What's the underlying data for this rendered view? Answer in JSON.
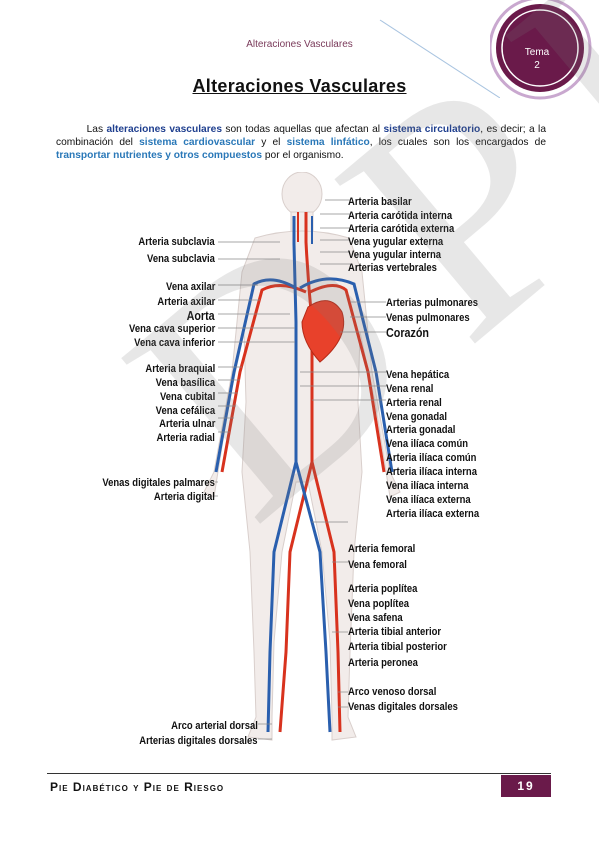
{
  "header": {
    "title": "Alteraciones Vasculares",
    "tema_label": "Tema",
    "tema_number": "2"
  },
  "title": "Alteraciones Vasculares",
  "intro": {
    "p1": "Las ",
    "h1": "alteraciones vasculares",
    "p2": " son todas aquellas que afectan al ",
    "h2": "sistema circulatorio",
    "p3": ", es decir; a la combinación del ",
    "h3": "sistema cardiovascular",
    "p4": " y el ",
    "h4": "sistema linfático",
    "p5": ", los cuales son los encargados de ",
    "h5": "transportar nutrientes y otros compuestos",
    "p6": " por el organismo."
  },
  "figure": {
    "left_labels": [
      "Arteria subclavia",
      "Vena subclavia",
      "Vena axilar",
      "Arteria axilar",
      "Aorta",
      "Vena cava superior",
      "Vena cava inferior",
      "Arteria braquial",
      "Vena basílica",
      "Vena cubital",
      "Vena cefálica",
      "Arteria ulnar",
      "Arteria radial",
      "Venas digitales palmares",
      "Arteria digital",
      "Arco arterial dorsal",
      "Arterias digitales dorsales"
    ],
    "right_labels": [
      "Arteria basilar",
      "Arteria carótida interna",
      "Arteria carótida externa",
      "Vena yugular externa",
      "Vena yugular interna",
      "Arterias vertebrales",
      "Arterias pulmonares",
      "Venas pulmonares",
      "Corazón",
      "Vena hepática",
      "Vena renal",
      "Arteria renal",
      "Vena gonadal",
      "Arteria gonadal",
      "Vena ilíaca común",
      "Arteria ilíaca común",
      "Arteria ilíaca interna",
      "Vena ilíaca interna",
      "Vena ilíaca externa",
      "Arteria ilíaca externa",
      "Arteria femoral",
      "Vena femoral",
      "Arteria poplítea",
      "Vena poplítea",
      "Vena safena",
      "Arteria tibial anterior",
      "Arteria tibial posterior",
      "Arteria peronea",
      "Arco venoso dorsal",
      "Venas digitales dorsales"
    ]
  },
  "watermark": "DPH",
  "footer": {
    "text": "Pie Diabético y Pie de Riesgo",
    "page": "19"
  },
  "colors": {
    "accent": "#6a1a4a",
    "artery": "#d8321e",
    "vein": "#2a5fae",
    "highlight": "#1f3f8f"
  }
}
